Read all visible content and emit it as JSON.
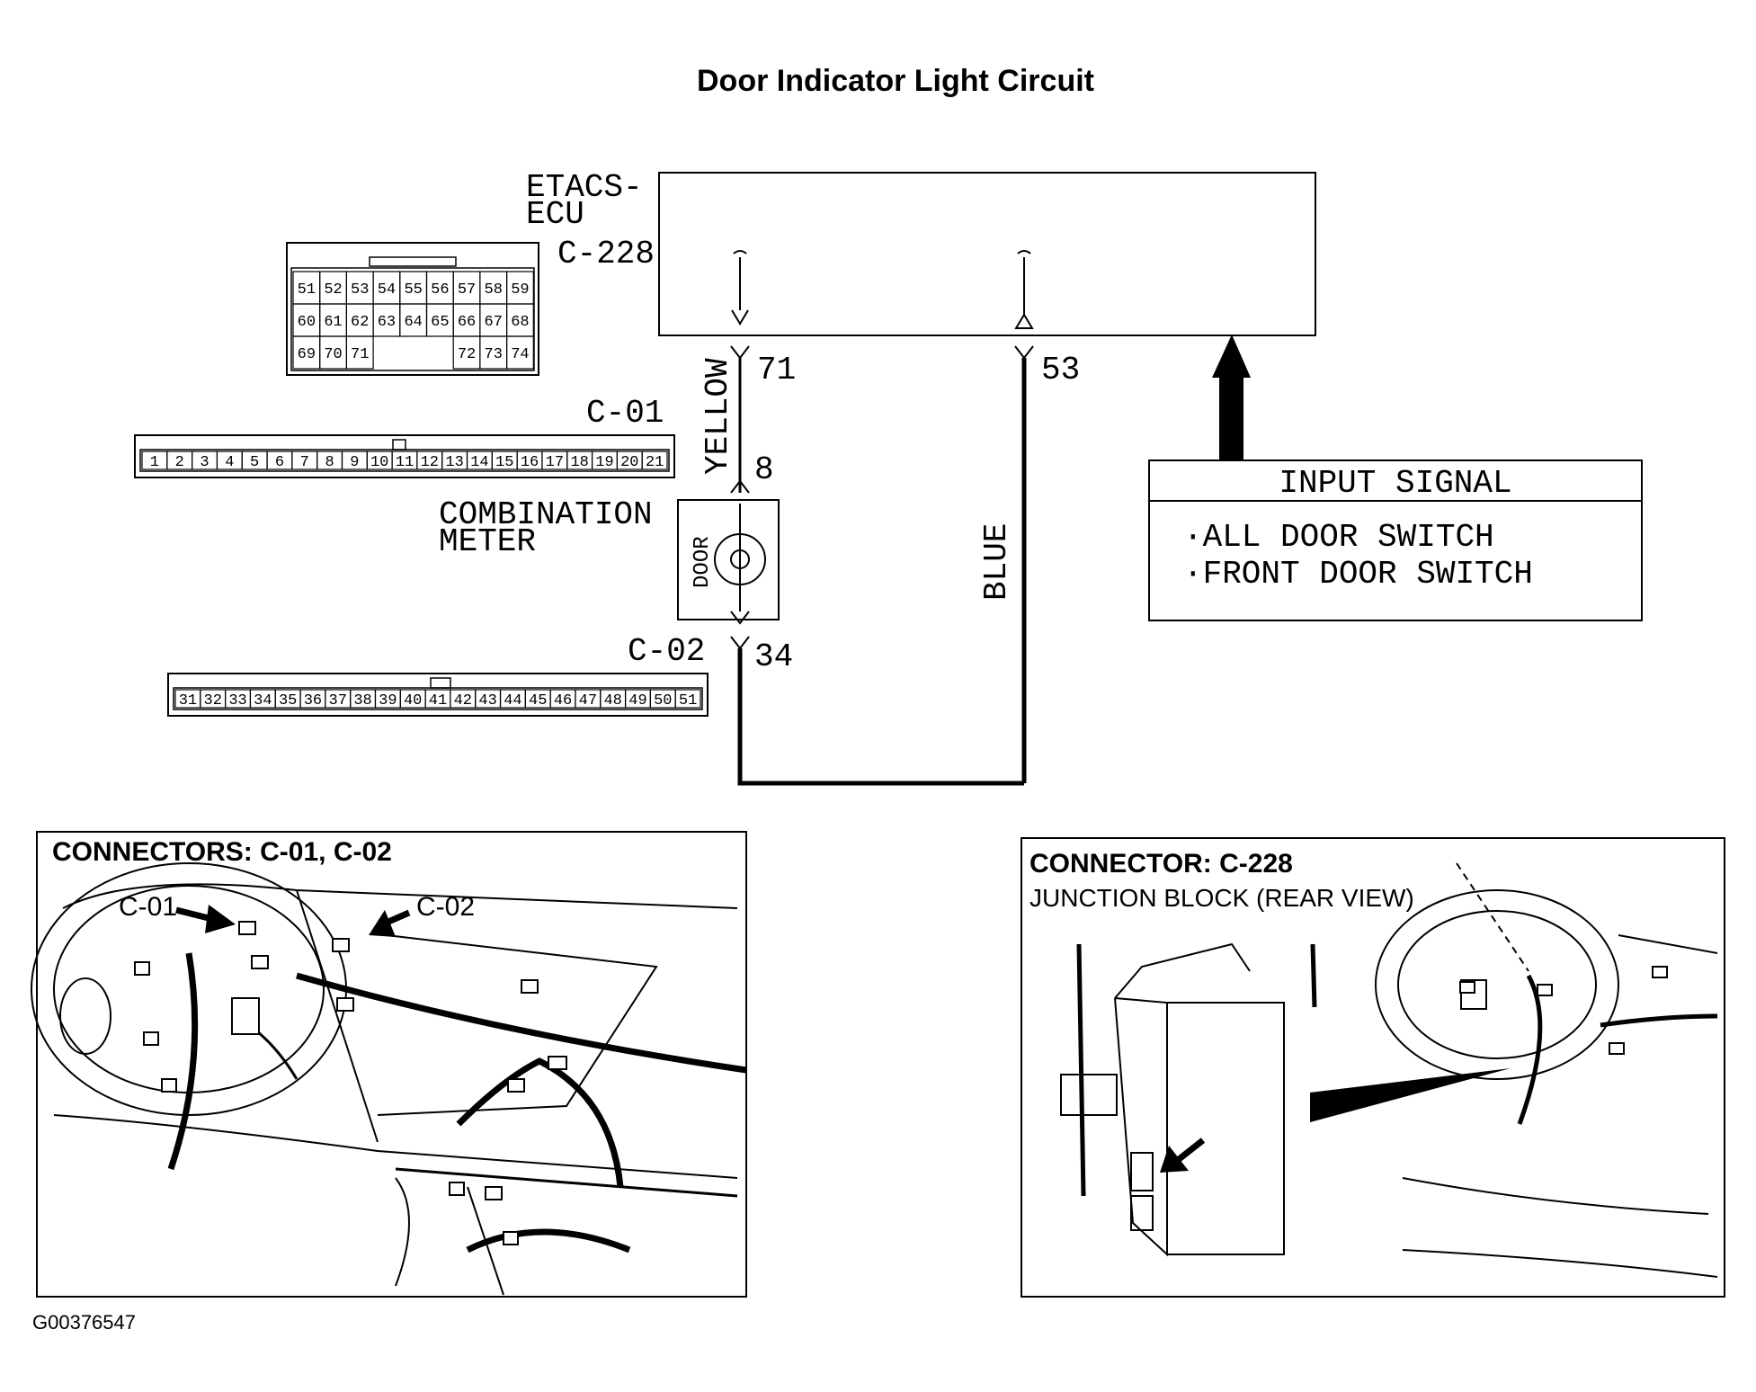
{
  "title": "Door Indicator Light Circuit",
  "ecu": {
    "name_line1": "ETACS-",
    "name_line2": "ECU",
    "connector": "C-228",
    "pin_rows": [
      [
        "51",
        "52",
        "53",
        "54",
        "55",
        "56",
        "57",
        "58",
        "59"
      ],
      [
        "60",
        "61",
        "62",
        "63",
        "64",
        "65",
        "66",
        "67",
        "68"
      ],
      [
        "69",
        "70",
        "71",
        "",
        "",
        "",
        "72",
        "73",
        "74"
      ]
    ]
  },
  "connector_c01": {
    "label": "C-01",
    "pins": [
      "1",
      "2",
      "3",
      "4",
      "5",
      "6",
      "7",
      "8",
      "9",
      "10",
      "11",
      "12",
      "13",
      "14",
      "15",
      "16",
      "17",
      "18",
      "19",
      "20",
      "21"
    ]
  },
  "connector_c02": {
    "label": "C-02",
    "pins": [
      "31",
      "32",
      "33",
      "34",
      "35",
      "36",
      "37",
      "38",
      "39",
      "40",
      "41",
      "42",
      "43",
      "44",
      "45",
      "46",
      "47",
      "48",
      "49",
      "50",
      "51"
    ]
  },
  "wires": {
    "yellow": {
      "color_label": "YELLOW",
      "pin_top": "71",
      "pin_mid": "8",
      "pin_bottom": "34"
    },
    "blue": {
      "color_label": "BLUE",
      "pin_top": "53"
    }
  },
  "meter": {
    "name_line1": "COMBINATION",
    "name_line2": "METER",
    "lamp_label": "DOOR"
  },
  "input_signal": {
    "header": "INPUT SIGNAL",
    "items": [
      "·ALL DOOR SWITCH",
      "·FRONT DOOR SWITCH"
    ]
  },
  "panel_left": {
    "title": "CONNECTORS: C-01, C-02",
    "callout_a": "C-01",
    "callout_b": "C-02"
  },
  "panel_right": {
    "title": "CONNECTOR: C-228",
    "subtitle": "JUNCTION BLOCK (REAR VIEW)"
  },
  "figure_id": "G00376547"
}
